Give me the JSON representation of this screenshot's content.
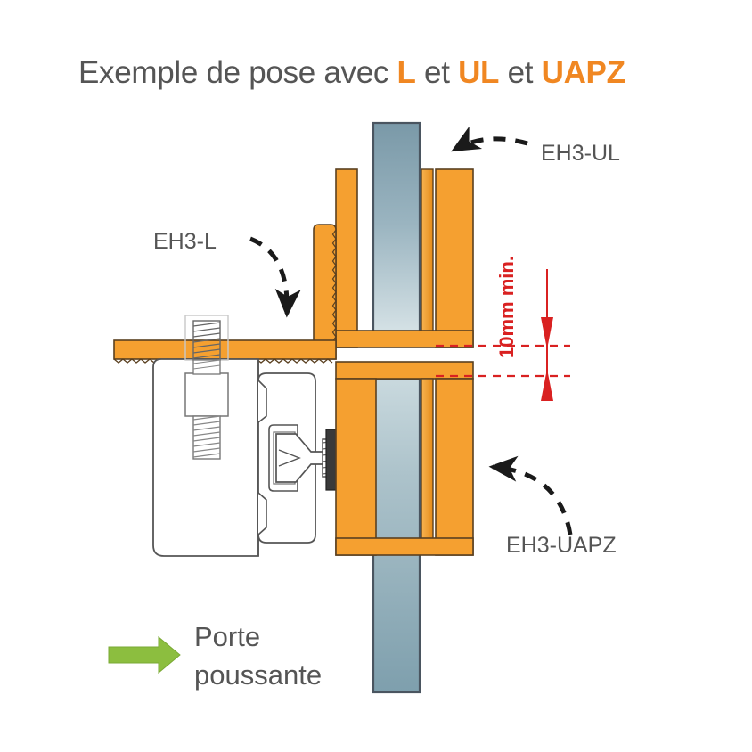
{
  "title": {
    "part1": "Exemple de pose avec ",
    "hl1": "L",
    "part2": " et ",
    "hl2": "UL",
    "part3": " et ",
    "hl3": "UAPZ"
  },
  "labels": {
    "ul": "EH3-UL",
    "l": "EH3-L",
    "uapz": "EH3-UAPZ"
  },
  "dimension": {
    "text": "10mm min.",
    "color": "#d92121"
  },
  "legend": {
    "line1": "Porte",
    "line2": "poussante",
    "arrow_color": "#8CBE3F"
  },
  "colors": {
    "orange": "#F5A030",
    "orange_dark": "#E08A1E",
    "outline": "#5a4020",
    "glass_top": "#7a99a8",
    "glass_bottom": "#dbe6ea",
    "glass_border": "#4a5560",
    "steel": "#ffffff",
    "steel_line": "#555555",
    "gasket": "#3a3a3a",
    "text": "#555555",
    "accent": "#F08722",
    "red": "#d92121",
    "green": "#8CBE3F"
  },
  "icons": {
    "arrow_ul": "curved-dashed-arrow-left",
    "arrow_l": "curved-dashed-arrow-down",
    "arrow_uapz": "curved-dashed-arrow-left",
    "arrow_door": "green-right-arrow",
    "dim_line": "double-headed-dimension-arrow"
  }
}
